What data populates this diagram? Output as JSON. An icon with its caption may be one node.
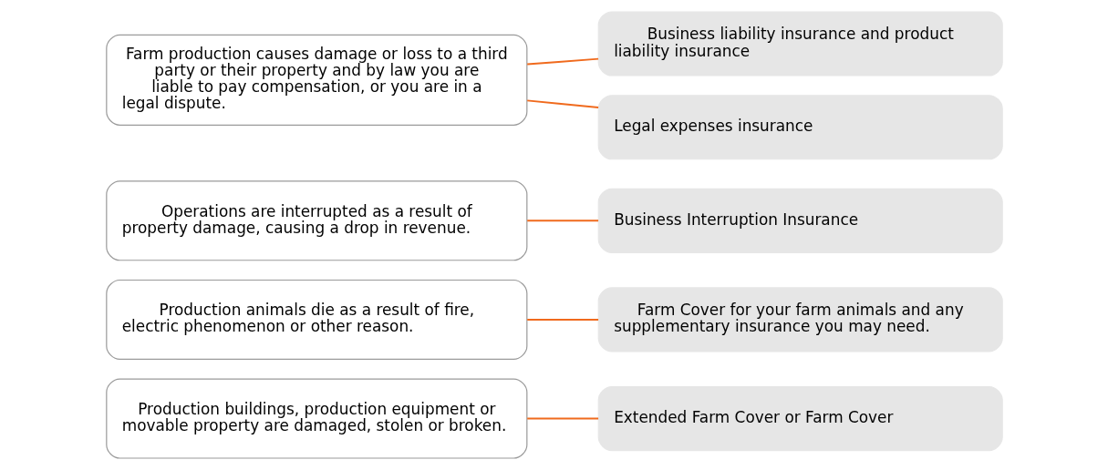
{
  "diagram": {
    "nodes": [
      {
        "text": [
          "Production buildings, production equipment or movable property are damaged, stolen or broken."
        ]
      },
      {
        "text": [
          "Extended Farm Cover or Farm Cover"
        ]
      },
      {
        "text": [
          "Production animals die as a result of fire, electric phenomenon or other reason."
        ]
      },
      {
        "text": [
          "Farm Cover for your farm animals and any supplementary insurance you may need."
        ]
      },
      {
        "text": [
          "Operations are interrupted as a result of property damage, causing a drop in revenue."
        ]
      },
      {
        "text": [
          "Business Interruption Insurance"
        ]
      },
      {
        "text": [
          "Farm production causes damage or loss to a third party or their property and by law you are liable to pay compensation, or you are in a legal dispute."
        ]
      },
      {
        "text": [
          "Business liability insurance and product liability insurance"
        ]
      },
      {
        "text": [
          "Legal expenses insurance"
        ]
      }
    ],
    "edges": [
      {
        "from": 0,
        "to": 1,
        "arrow": "none"
      },
      {
        "from": 2,
        "to": 3,
        "arrow": "none"
      },
      {
        "from": 4,
        "to": 5,
        "arrow": "none"
      },
      {
        "from": 6,
        "to": 7,
        "arrow": "none"
      },
      {
        "from": 6,
        "to": 8,
        "arrow": "none"
      }
    ]
  }
}
